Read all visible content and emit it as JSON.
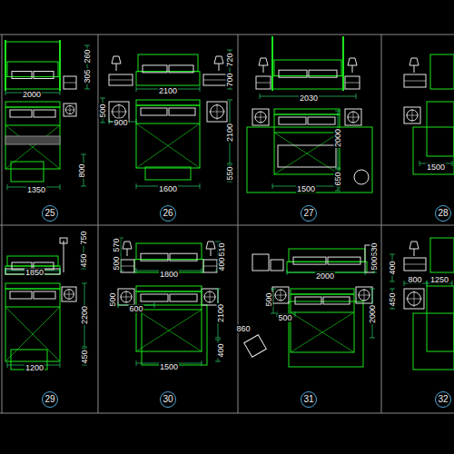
{
  "diagram": {
    "nodes": [
      {
        "text": [
          "25"
        ]
      },
      {
        "text": [
          "26"
        ]
      },
      {
        "text": [
          "27"
        ]
      },
      {
        "text": [
          "28"
        ]
      },
      {
        "text": [
          "29"
        ]
      },
      {
        "text": [
          "30"
        ]
      },
      {
        "text": [
          "31"
        ]
      },
      {
        "text": [
          "32"
        ]
      }
    ],
    "labels": [
      "305",
      "260",
      "2000",
      "800",
      "1350",
      "720",
      "700",
      "2100",
      "500",
      "900",
      "2100",
      "550",
      "1600",
      "2030",
      "2000",
      "650",
      "1500",
      "1500",
      "750",
      "450",
      "1850",
      "2200",
      "450",
      "1200",
      "570",
      "500",
      "510",
      "400",
      "1800",
      "500",
      "600",
      "2100",
      "400",
      "1500",
      "530",
      "500",
      "2000",
      "500",
      "500",
      "860",
      "2000",
      "400",
      "800",
      "1250",
      "450"
    ]
  }
}
